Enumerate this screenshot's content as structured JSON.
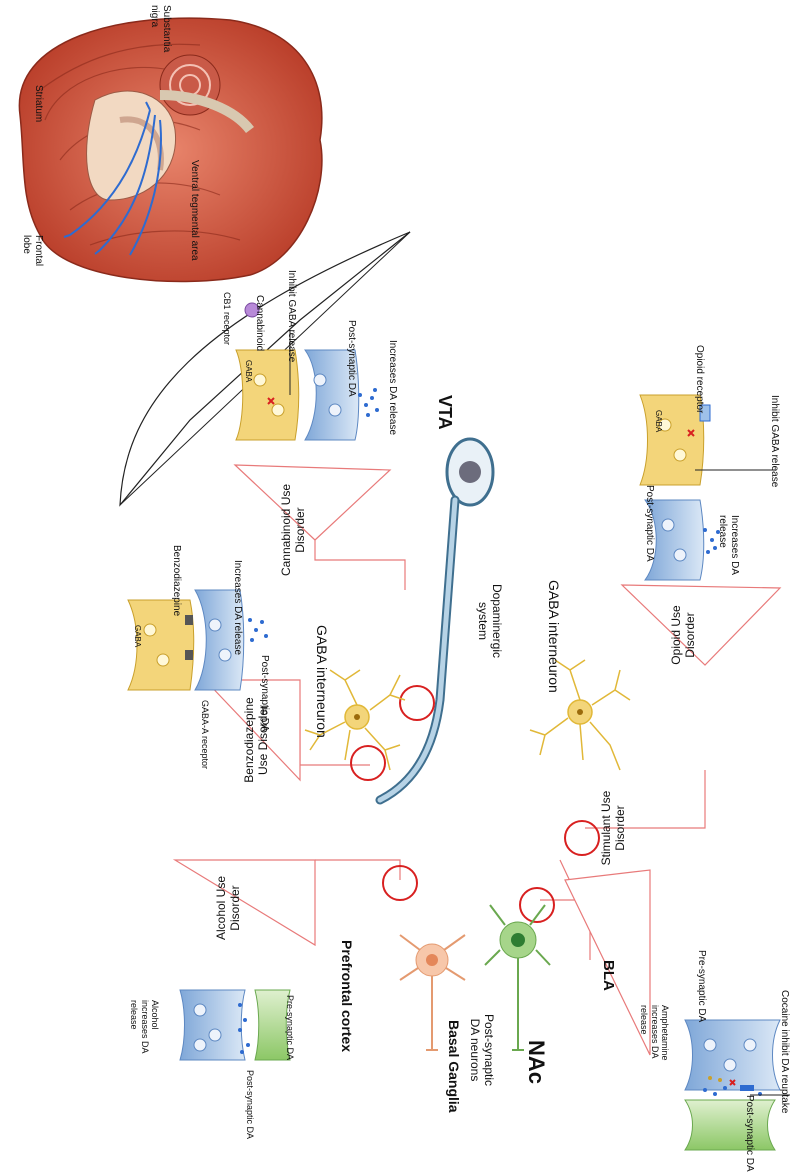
{
  "regions": {
    "vta": "VTA",
    "prefrontal_cortex": "Prefrontal cortex",
    "basal_ganglia": "Basal Ganglia",
    "nac": "NAc",
    "bla": "BLA",
    "dopaminergic_system": "Dopaminergic system",
    "post_synaptic_neurons": "Post-synaptic DA neurons"
  },
  "interneurons": {
    "top": "GABA interneuron",
    "bottom": "GABA interneuron"
  },
  "brain": {
    "frontal_lobe": "Frontal lobe",
    "striatum": "Striatum",
    "substantia_nigra": "Substantia nigra",
    "ventral_tegmental_area": "Ventral tegmental area"
  },
  "disorders": {
    "cannabinoid": "Cannabinoid Use Disorder",
    "benzodiazepine": "Benzodiazepine Use Disorder",
    "alcohol": "Alcohol Use Disorder",
    "opioid": "Opioid Use Disorder",
    "stimulant": "Stimulant Use Disorder"
  },
  "cannabinoid_panel": {
    "cb1": "CB1 receptor",
    "cannabinoid": "Cannabinoid",
    "inhibit": "Inhibit GABA release",
    "post": "Post-synaptic DA",
    "increases": "Increases DA release",
    "gaba": "GABA"
  },
  "benzo_panel": {
    "benzo": "Benzodiazepine",
    "gaba_a": "GABA-A receptor",
    "post": "Post-synaptic DA",
    "increases": "Increases DA release",
    "gaba": "GABA"
  },
  "alcohol_panel": {
    "increases": "Alcohol increases DA release",
    "post": "Post-synaptic DA",
    "pre": "Pre-synaptic DA"
  },
  "opioid_panel": {
    "receptor": "Opioid receptor",
    "inhibit": "Inhibit GABA release",
    "post": "Post-synaptic DA",
    "increases": "Increases DA release",
    "gaba": "GABA"
  },
  "stimulant_panel": {
    "pre": "Pre-synaptic DA",
    "cocaine": "Cocaine inhibit DA reuptake",
    "amphetamine": "Amphetamine increases DA release",
    "post": "Post-synaptic DA"
  },
  "colors": {
    "axon_fill": "#b7d3e6",
    "axon_stroke": "#3f6f8f",
    "pink_line": "#e87a7a",
    "circle_red": "#d82020",
    "gaba_yellow": "#f3d57a",
    "gaba_stroke": "#c9a02c",
    "da_blue": "#8fb4df",
    "post_green": "#9ed07a",
    "brain_red": "#c8452f",
    "nucleus_grey": "#6c6c7c"
  }
}
